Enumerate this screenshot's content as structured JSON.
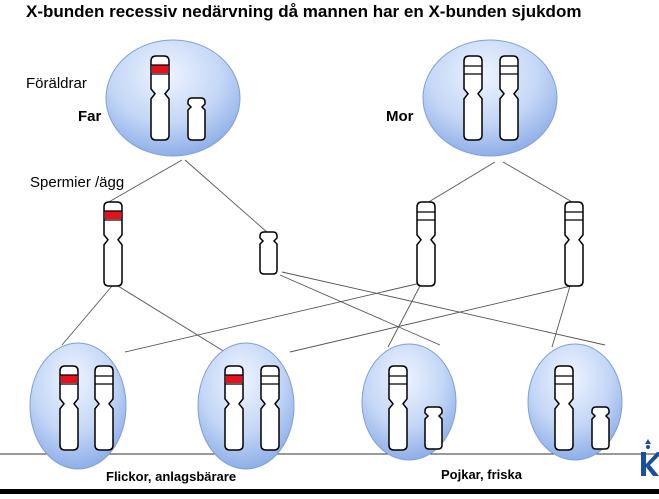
{
  "title": "X-bunden recessiv nedärvning då mannen har en X-bunden sjukdom",
  "labels": {
    "parents": "Föräldrar",
    "father": "Far",
    "mother": "Mor",
    "gametes": "Spermier /ägg",
    "daughters": "Flickor, anlagsbärare",
    "sons": "Pojkar, friska"
  },
  "colors": {
    "cell_fill_light": "#dce8fb",
    "cell_fill_dark": "#8fb0ea",
    "mutation": "#e8101a",
    "chromosome_stroke": "#000000",
    "logo_blue": "#1a4fa0"
  },
  "chromosome_types": {
    "father_x": "X with mutation (red band)",
    "father_y": "Y",
    "mother_x": "X normal"
  }
}
